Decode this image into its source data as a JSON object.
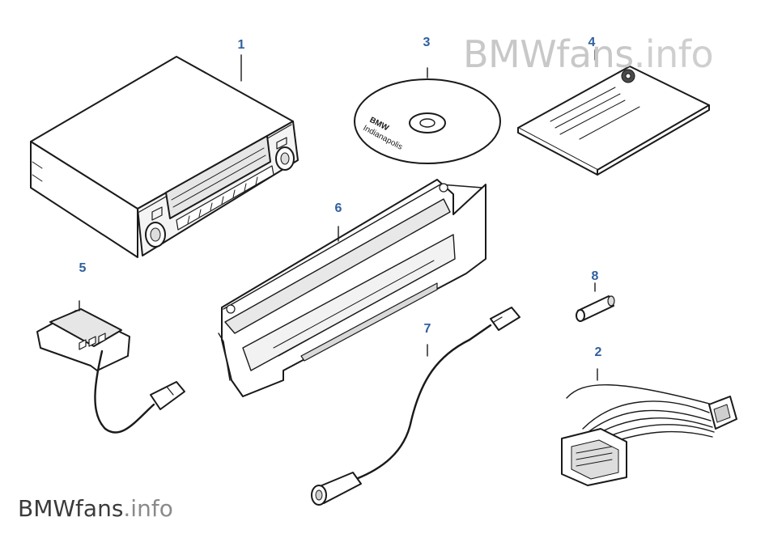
{
  "watermark": {
    "top_brand": "BMWfans",
    "top_ext": ".info",
    "bottom_brand": "BMWfans",
    "bottom_ext": ".info"
  },
  "cd_label": {
    "line1": "BMW",
    "line2": "Indianapolis"
  },
  "callouts": [
    {
      "id": "1",
      "label": "1"
    },
    {
      "id": "2",
      "label": "2"
    },
    {
      "id": "3",
      "label": "3"
    },
    {
      "id": "4",
      "label": "4"
    },
    {
      "id": "5",
      "label": "5"
    },
    {
      "id": "6",
      "label": "6"
    },
    {
      "id": "7",
      "label": "7"
    },
    {
      "id": "8",
      "label": "8"
    }
  ],
  "colors": {
    "callout": "#2f5f9e",
    "line": "#1a1a1a",
    "shade": "#d9d9d9"
  }
}
